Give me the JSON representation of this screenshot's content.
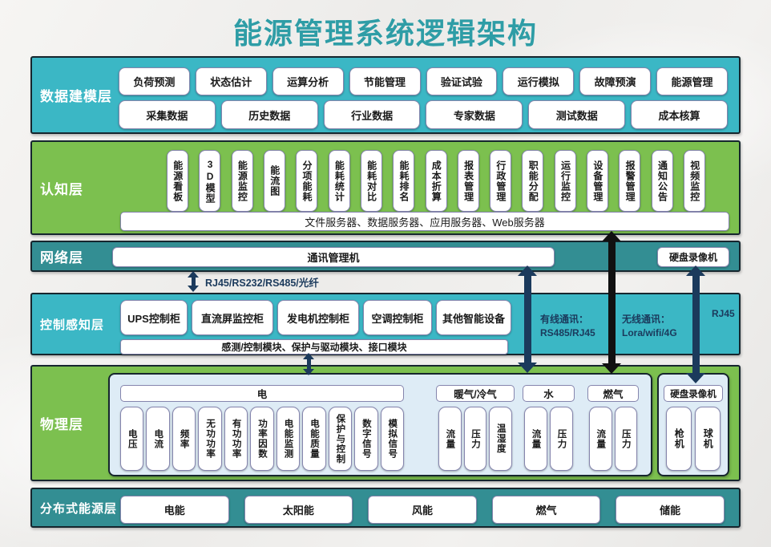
{
  "title": "能源管理系统逻辑架构",
  "layers": {
    "data_modeling": {
      "label": "数据建模层",
      "row1": [
        "负荷预测",
        "状态估计",
        "运算分析",
        "节能管理",
        "验证试验",
        "运行模拟",
        "故障预演",
        "能源管理"
      ],
      "row2": [
        "采集数据",
        "历史数据",
        "行业数据",
        "专家数据",
        "测试数据",
        "成本核算"
      ]
    },
    "cognition": {
      "label": "认知层",
      "modules": [
        "能源看板",
        "3D模型",
        "能源监控",
        "能流图",
        "分项能耗",
        "能耗统计",
        "能耗对比",
        "能耗排名",
        "成本折算",
        "报表管理",
        "行政管理",
        "职能分配",
        "运行监控",
        "设备管理",
        "报警管理",
        "通知公告",
        "视频监控"
      ],
      "servers": "文件服务器、数据服务器、应用服务器、Web服务器"
    },
    "network": {
      "label": "网络层",
      "comm_manager": "通讯管理机",
      "dvr": "硬盘录像机"
    },
    "control_sensing": {
      "label": "控制感知层",
      "cabinets": [
        "UPS控制柜",
        "直流屏监控柜",
        "发电机控制柜",
        "空调控制柜",
        "其他智能设备"
      ],
      "modules_bar": "感测/控制模块、保护与驱动模块、接口模块",
      "wired_label": "有线通讯：",
      "wired_value": "RS485/RJ45",
      "wireless_label": "无线通讯：",
      "wireless_value": "Lora/wifi/4G",
      "rj45": "RJ45"
    },
    "physical": {
      "label": "物理层",
      "electric": {
        "header": "电",
        "items": [
          "电压",
          "电流",
          "频率",
          "无功功率",
          "有功功率",
          "功率因数",
          "电能监测",
          "电能质量",
          "保护与控制",
          "数字信号",
          "模拟信号"
        ]
      },
      "hvac": {
        "header": "暖气/冷气",
        "items": [
          "流量",
          "压力",
          "温湿度"
        ]
      },
      "water": {
        "header": "水",
        "items": [
          "流量",
          "压力"
        ]
      },
      "gas": {
        "header": "燃气",
        "items": [
          "流量",
          "压力"
        ]
      },
      "dvr": {
        "header": "硬盘录像机",
        "items": [
          "枪机",
          "球机"
        ]
      }
    },
    "distributed_energy": {
      "label": "分布式能源层",
      "items": [
        "电能",
        "太阳能",
        "风能",
        "燃气",
        "储能"
      ]
    }
  },
  "connections": {
    "rj45_label": "RJ45/RS232/RS485/光纤"
  },
  "colors": {
    "title": "#2E9DA6",
    "cyan_band": "#3BB7C5",
    "green_band": "#7CC04F",
    "teal_band": "#338E93",
    "band_border": "#16262E",
    "box_border": "#8585AD",
    "container_bg": "#DEECF6",
    "navy_arrow": "#1B3A5C",
    "black_arrow": "#111111",
    "text_dark": "#1A1A1A"
  }
}
